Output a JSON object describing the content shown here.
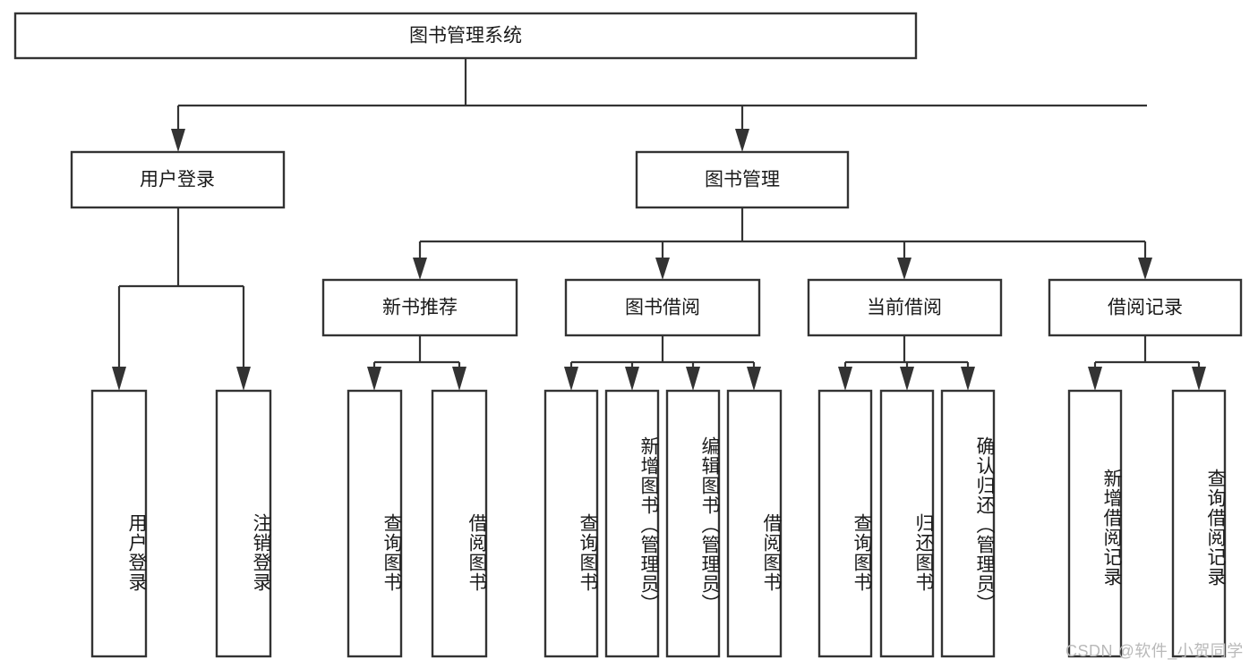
{
  "diagram": {
    "title": "图书管理系统",
    "type": "tree-hierarchy",
    "watermark": "CSDN @软件_小贺同学",
    "colors": {
      "stroke": "#333333",
      "fill": "#ffffff",
      "text": "#1a1a1a",
      "watermark": "#b9b9b9"
    },
    "levels": {
      "root": "图书管理系统",
      "level2": [
        "用户登录",
        "图书管理"
      ],
      "level3": [
        "新书推荐",
        "图书借阅",
        "当前借阅",
        "借阅记录"
      ],
      "leaves": [
        "用户登录",
        "注销登录",
        "查询图书",
        "借阅图书",
        "查询图书",
        "新增图书（管理员）",
        "编辑图书（管理员）",
        "借阅图书",
        "查询图书",
        "归还图书",
        "确认归还（管理员）",
        "新增借阅记录",
        "查询借阅记录"
      ]
    },
    "nodes": {
      "root": {
        "label": "图书管理系统"
      },
      "user_login": {
        "label": "用户登录"
      },
      "book_manage": {
        "label": "图书管理"
      },
      "new_book_rec": {
        "label": "新书推荐"
      },
      "book_borrow": {
        "label": "图书借阅"
      },
      "current_borrow": {
        "label": "当前借阅"
      },
      "borrow_record": {
        "label": "借阅记录"
      },
      "leaf_user_login": {
        "label": "用户登录"
      },
      "leaf_logout": {
        "label": "注销登录"
      },
      "leaf_query_book_1": {
        "label": "查询图书"
      },
      "leaf_borrow_book_1": {
        "label": "借阅图书"
      },
      "leaf_query_book_2": {
        "label": "查询图书"
      },
      "leaf_add_book": {
        "label": "新增图书（管理员）"
      },
      "leaf_edit_book": {
        "label": "编辑图书（管理员）"
      },
      "leaf_borrow_book_2": {
        "label": "借阅图书"
      },
      "leaf_query_book_3": {
        "label": "查询图书"
      },
      "leaf_return_book": {
        "label": "归还图书"
      },
      "leaf_confirm_return": {
        "label": "确认归还（管理员）"
      },
      "leaf_add_record": {
        "label": "新增借阅记录"
      },
      "leaf_query_record": {
        "label": "查询借阅记录"
      }
    },
    "edges": [
      {
        "from": "root",
        "to": "user_login"
      },
      {
        "from": "root",
        "to": "book_manage"
      },
      {
        "from": "user_login",
        "to": "leaf_user_login"
      },
      {
        "from": "user_login",
        "to": "leaf_logout"
      },
      {
        "from": "book_manage",
        "to": "new_book_rec"
      },
      {
        "from": "book_manage",
        "to": "book_borrow"
      },
      {
        "from": "book_manage",
        "to": "current_borrow"
      },
      {
        "from": "book_manage",
        "to": "borrow_record"
      },
      {
        "from": "new_book_rec",
        "to": "leaf_query_book_1"
      },
      {
        "from": "new_book_rec",
        "to": "leaf_borrow_book_1"
      },
      {
        "from": "book_borrow",
        "to": "leaf_query_book_2"
      },
      {
        "from": "book_borrow",
        "to": "leaf_add_book"
      },
      {
        "from": "book_borrow",
        "to": "leaf_edit_book"
      },
      {
        "from": "book_borrow",
        "to": "leaf_borrow_book_2"
      },
      {
        "from": "current_borrow",
        "to": "leaf_query_book_3"
      },
      {
        "from": "current_borrow",
        "to": "leaf_return_book"
      },
      {
        "from": "current_borrow",
        "to": "leaf_confirm_return"
      },
      {
        "from": "borrow_record",
        "to": "leaf_add_record"
      },
      {
        "from": "borrow_record",
        "to": "leaf_query_record"
      }
    ]
  }
}
